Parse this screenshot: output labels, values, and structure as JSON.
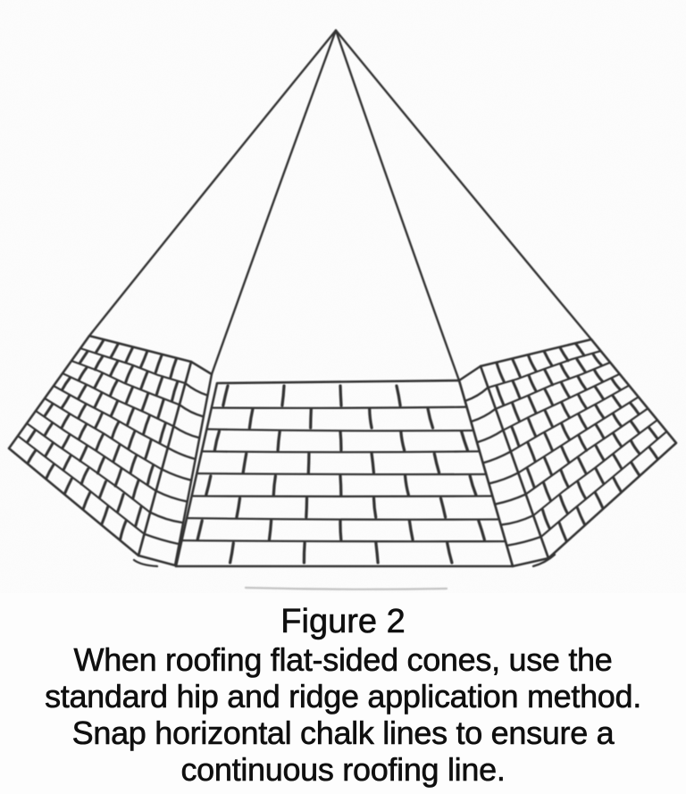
{
  "figure": {
    "label": "Figure 2",
    "caption_lines": [
      "When roofing flat-sided cones, use the",
      "standard hip and ridge application method.",
      "Snap horizontal chalk lines to ensure a",
      "continuous roofing line."
    ]
  },
  "colors": {
    "line": "#333333",
    "text": "#0f0f0f",
    "background": "#fdfdfd"
  }
}
